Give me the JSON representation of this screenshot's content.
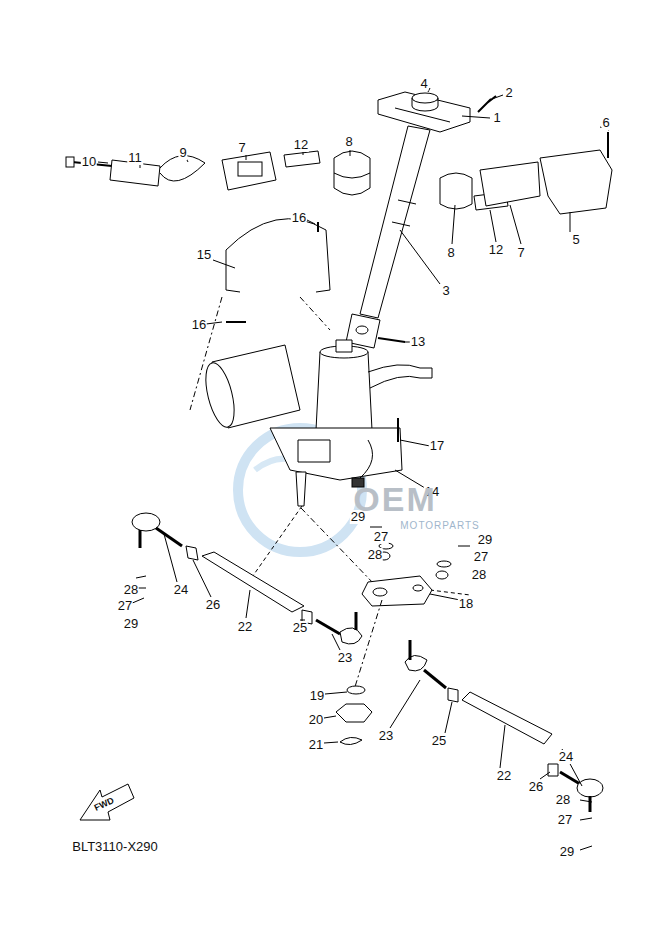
{
  "diagram": {
    "labels": [
      "4",
      "2",
      "1",
      "6",
      "10",
      "11",
      "9",
      "7",
      "12",
      "8",
      "8",
      "12",
      "7",
      "5",
      "3",
      "16",
      "15",
      "16",
      "13",
      "17",
      "14",
      "29",
      "27",
      "29",
      "28",
      "27",
      "28",
      "24",
      "26",
      "28",
      "27",
      "29",
      "18",
      "22",
      "25",
      "23",
      "19",
      "20",
      "21",
      "23",
      "25",
      "22",
      "24",
      "26",
      "28",
      "27",
      "29",
      "FWD",
      "BLT3110-X290",
      "OEM",
      "MOTORPARTS"
    ]
  }
}
